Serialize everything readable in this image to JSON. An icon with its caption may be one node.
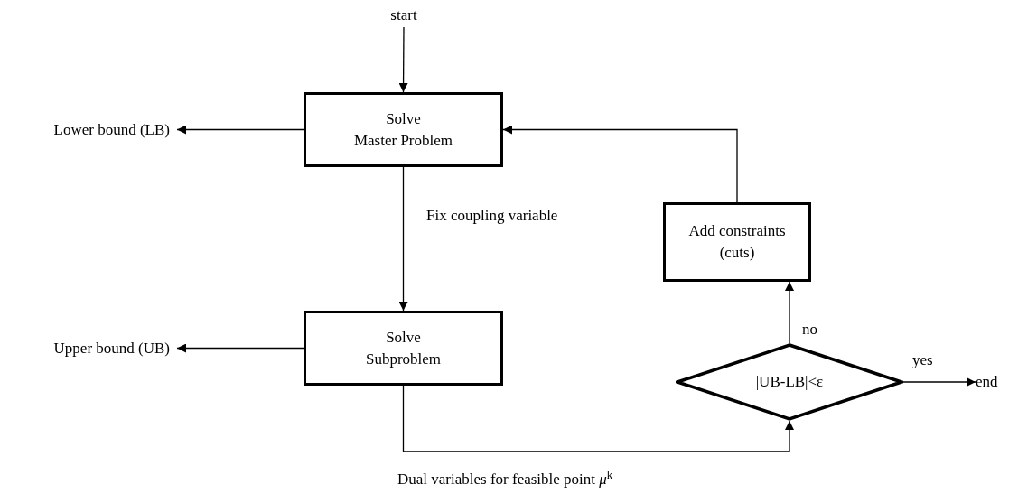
{
  "diagram": {
    "nodes": [
      {
        "text": [
          "start"
        ]
      },
      {
        "text": [
          "Solve",
          "Master Problem"
        ]
      },
      {
        "text": [
          "Lower bound (LB)"
        ]
      },
      {
        "text": [
          "Solve",
          "Subproblem"
        ]
      },
      {
        "text": [
          "Upper bound (UB)"
        ]
      },
      {
        "text": [
          "Add constraints",
          "(cuts)"
        ]
      },
      {
        "text": [
          "|UB-LB|<ε"
        ]
      },
      {
        "text": [
          "end"
        ]
      }
    ],
    "edges": [
      {
        "from": 0,
        "to": 1,
        "arrow": "to"
      },
      {
        "from": 1,
        "to": 2,
        "arrow": "to"
      },
      {
        "from": 1,
        "to": 3,
        "arrow": "to",
        "label": "Fix coupling variable"
      },
      {
        "from": 3,
        "to": 4,
        "arrow": "to"
      },
      {
        "from": 3,
        "to": 6,
        "arrow": "to",
        "label": "Dual variables for feasible point *μ*$^{k}$"
      },
      {
        "from": 6,
        "to": 5,
        "arrow": "to",
        "label": "no"
      },
      {
        "from": 5,
        "to": 1,
        "arrow": "to"
      },
      {
        "from": 6,
        "to": 7,
        "arrow": "to",
        "label": "yes"
      }
    ]
  }
}
